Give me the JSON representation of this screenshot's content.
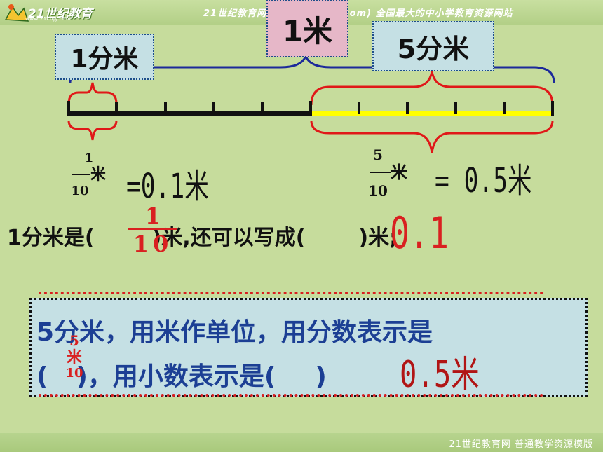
{
  "header": {
    "logo_text": "21世纪教育",
    "logo_sub": "www.21cnjy.com",
    "site_text": "21世纪教育网(www.21cnjy.com) 全国最大的中小学教育资源网站"
  },
  "footer": {
    "text": "21世纪教育网    普通教学资源模版"
  },
  "labels": {
    "decimeter": "1分米",
    "meter": "1米",
    "five_decimeters": "5分米"
  },
  "fractions": {
    "one_tenth": {
      "numerator": "1",
      "denominator": "10",
      "unit": "米",
      "equals": "=0.1米"
    },
    "five_tenths": {
      "numerator": "5",
      "denominator": "10",
      "unit": "米",
      "equals": "= 0.5米"
    }
  },
  "sentence_1": {
    "part_a": "1分米是(",
    "part_b": ")米,还可以写成(",
    "part_c": ")米;",
    "answer_fraction_num": "1",
    "answer_fraction_den": "10",
    "answer_decimal": "0.1"
  },
  "question": {
    "line_1": "5分米，用米作单位，用分数表示是",
    "line_2_a": "(",
    "line_2_b": ")，用小数表示是(",
    "line_2_c": ")",
    "answer_fraction_num": "5",
    "answer_fraction_unit": "米",
    "answer_fraction_den": "10",
    "answer_decimal": "0.5米"
  },
  "colors": {
    "background": "#c6dc9c",
    "ruler": "#111111",
    "highlight": "#ffff00",
    "bracket_blue": "#1c2a9a",
    "bracket_red": "#e01818",
    "answer_red": "#d92020",
    "question_text": "#1c3f94"
  },
  "icons": [
    "logo-icon"
  ]
}
